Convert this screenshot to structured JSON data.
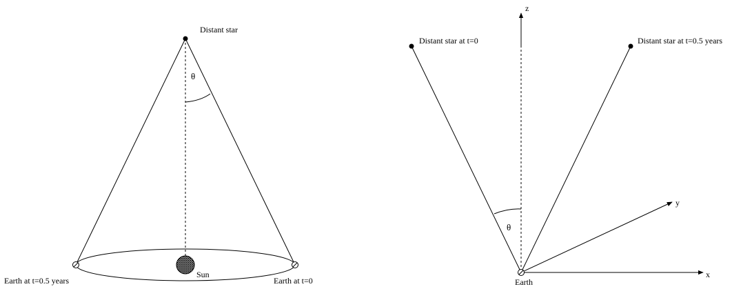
{
  "left_panel": {
    "star_label": "Distant star",
    "theta_label": "θ",
    "earth_start_label": "Earth at t=0",
    "earth_half_label": "Earth at t=0.5 years",
    "sun_label": "Sun"
  },
  "right_panel": {
    "star_start_label": "Distant star at t=0",
    "star_half_label": "Distant star at t=0.5 years",
    "theta_label": "θ",
    "earth_label": "Earth",
    "axis_x_label": "x",
    "axis_y_label": "y",
    "axis_z_label": "z"
  }
}
